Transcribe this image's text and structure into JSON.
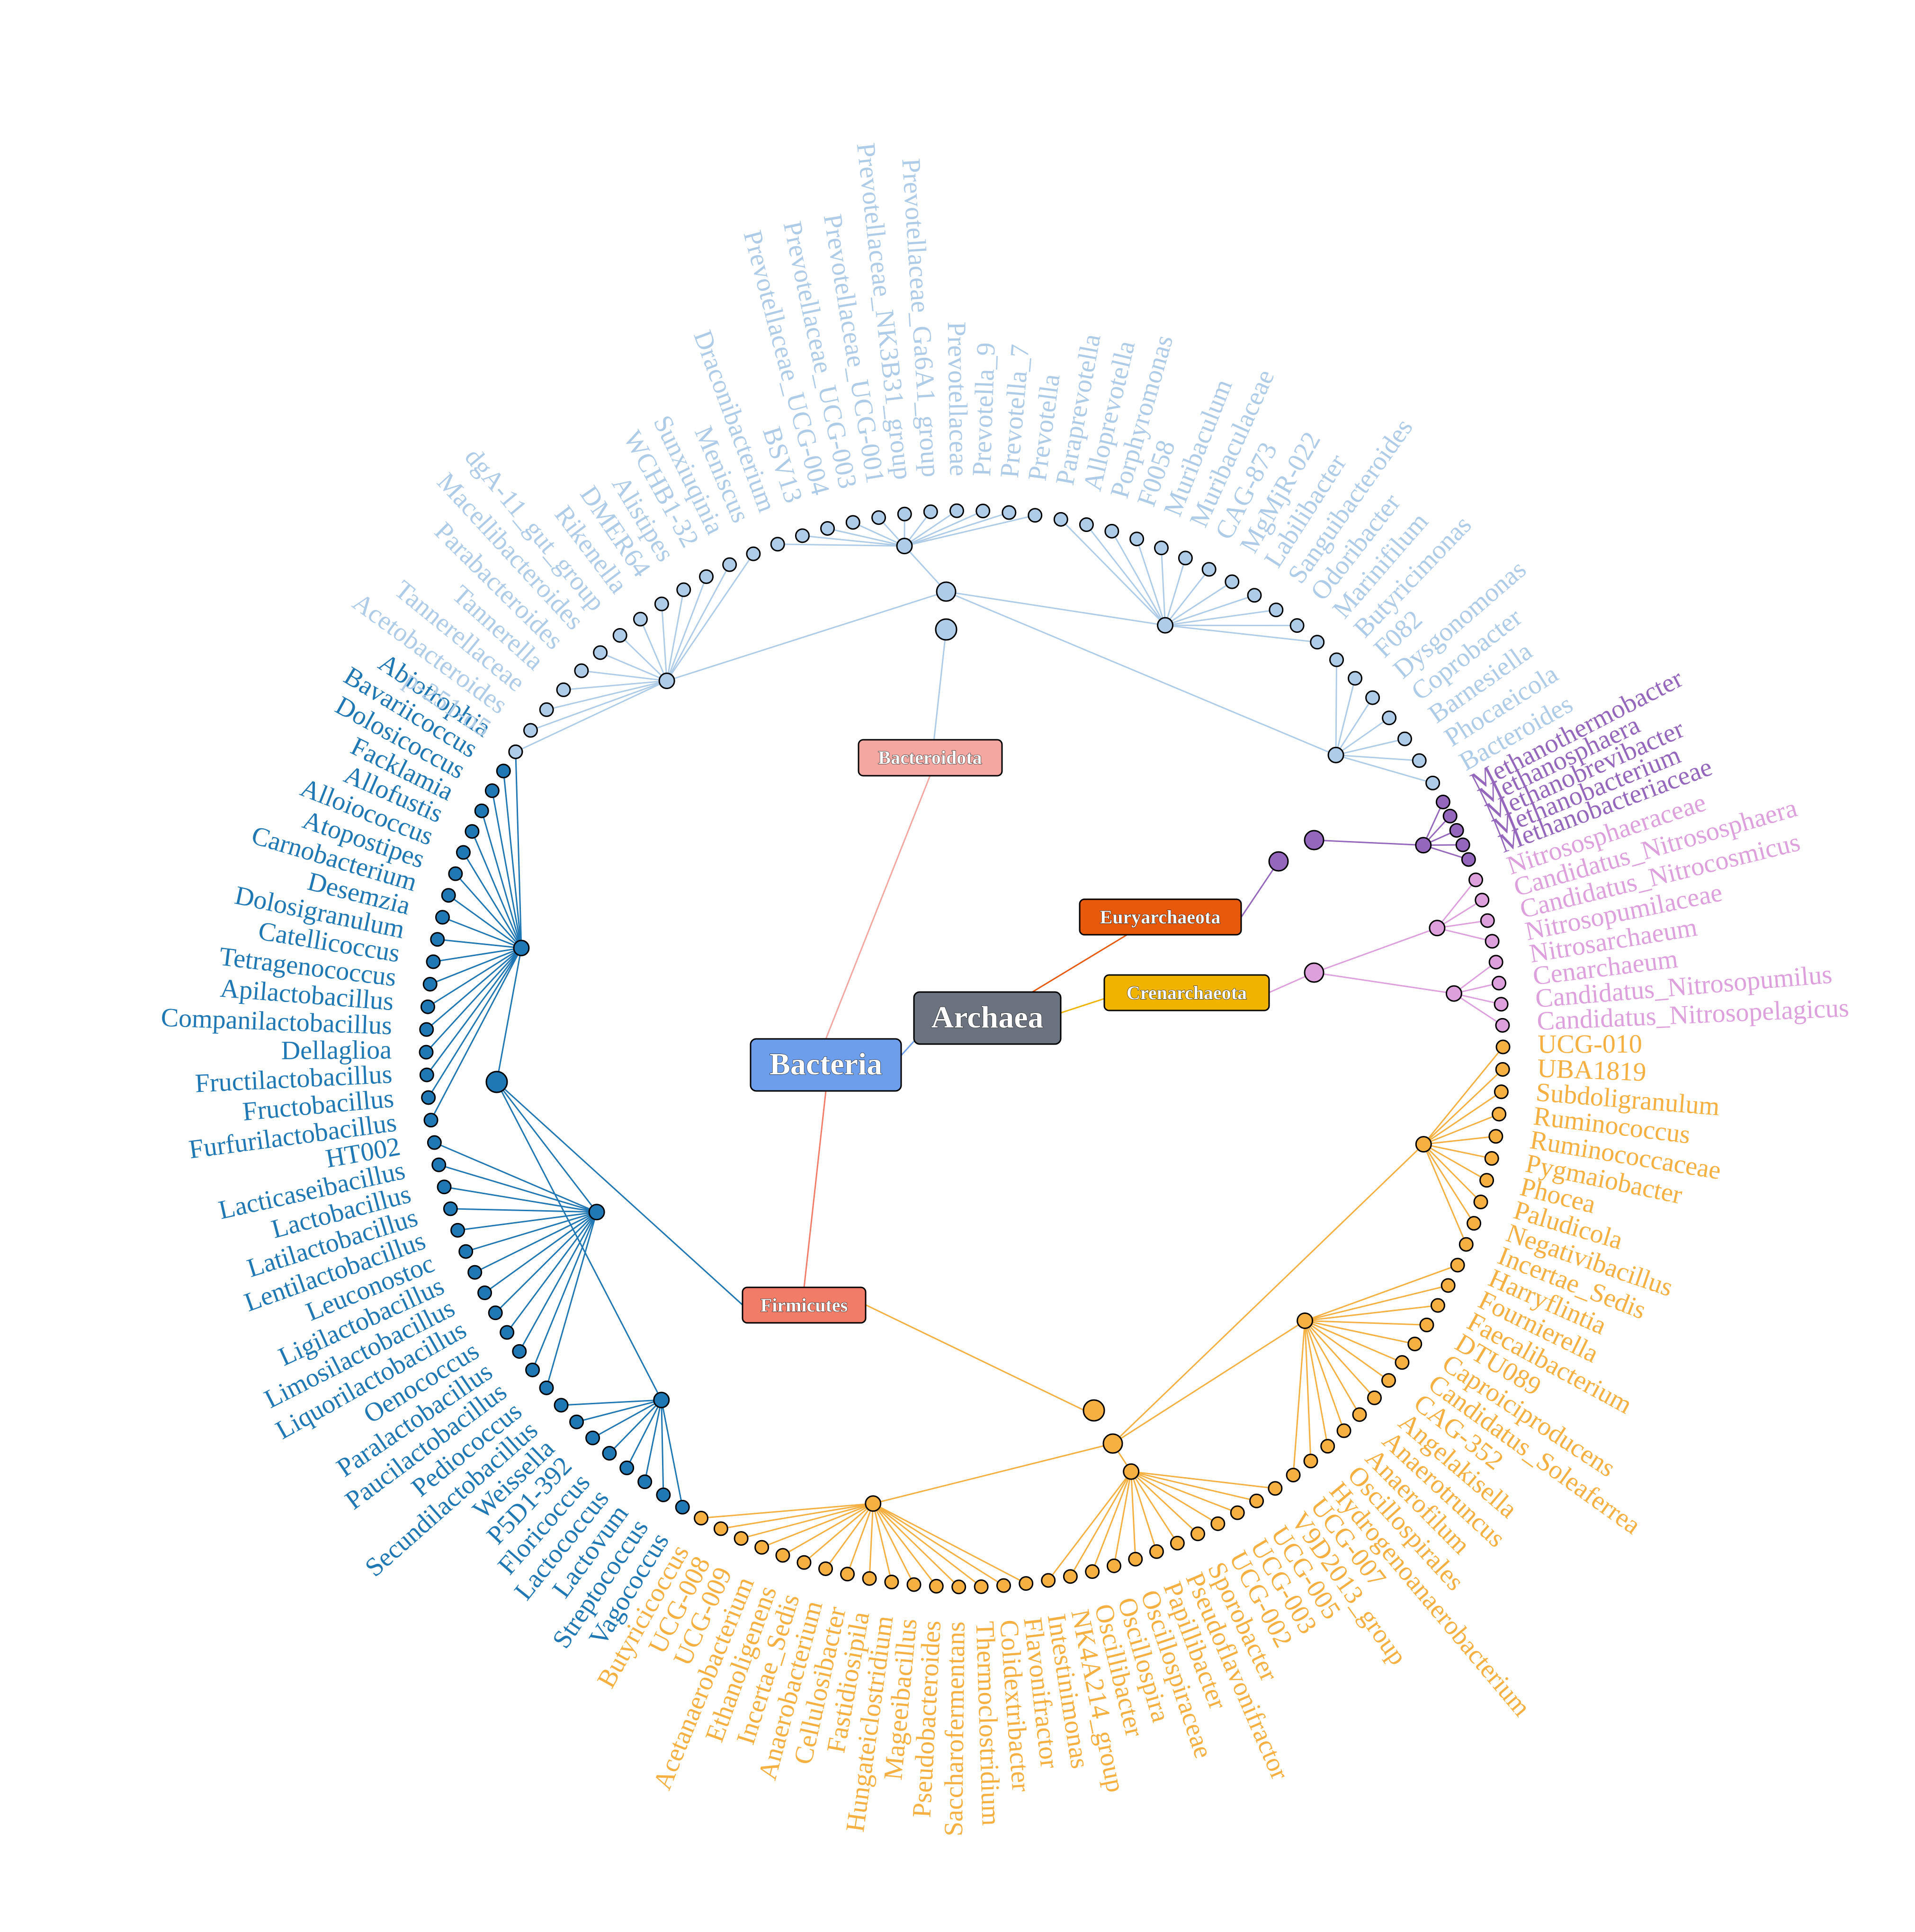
{
  "root": {
    "label": "Bacteria",
    "color": "#6d9eeb"
  },
  "archaea": {
    "label": "Archaea",
    "color": "#6b7280"
  },
  "phyla": {
    "bacteroidota": {
      "label": "Bacteroidota",
      "color": "#f4a6a0",
      "leaf_color": "#aecbe8",
      "link_color": "#aecbe8"
    },
    "firmicutes": {
      "label": "Firmicutes",
      "color": "#f17c67"
    },
    "euryarchaeota": {
      "label": "Euryarchaeota",
      "color": "#e8590c"
    },
    "crenarchaeota": {
      "label": "Crenarchaeota",
      "color": "#f0b400"
    }
  },
  "colors": {
    "lactobacillales": "#1f77b4",
    "clostridia": "#f5b041",
    "bacteroidota": "#aecbe8",
    "methanobacteria": "#9467bd",
    "nitrososphaeria": "#dda0dd"
  },
  "groups": [
    {
      "name": "lactobacillales",
      "color": "#1f77b4",
      "start_angle": 213.5,
      "end_angle": 121.6,
      "labels": [
        "Abiotrophia",
        "Bavariicoccus",
        "Dolosicoccus",
        "Facklamia",
        "Allofustis",
        "Alloiococcus",
        "Atopostipes",
        "Carnobacterium",
        "Desemzia",
        "Dolosigranulum",
        "Catellicoccus",
        "Tetragenococcus",
        "Apilactobacillus",
        "Companilactobacillus",
        "Dellaglioa",
        "Fructilactobacillus",
        "Fructobacillus",
        "Furfurilactobacillus",
        "HT002",
        "Lacticaseibacillus",
        "Lactobacillus",
        "Latilactobacillus",
        "Lentilactobacillus",
        "Leuconostoc",
        "Ligilactobacillus",
        "Limosilactobacillus",
        "Liquorilactobacillus",
        "Oenococcus",
        "Paralactobacillus",
        "Paucilactobacillus",
        "Pediococcus",
        "Secundilactobacillus",
        "Weissella",
        "P5D1-392",
        "Floricoccus",
        "Lactococcus",
        "Lactovum",
        "Streptococcus",
        "Vagococcus"
      ]
    },
    {
      "name": "clostridia",
      "color": "#f5b041",
      "start_angle": 119.3,
      "end_angle": -0.2,
      "labels": [
        "Butyricicoccus",
        "UCG-008",
        "UCG-009",
        "Acetanaerobacterium",
        "Ethanoligenens",
        "Incertae_Sedis",
        "Anaerobacterium",
        "Cellulosibacter",
        "Fastidiosipila",
        "Hungateiclostridium",
        "Mageeibacillus",
        "Pseudobacteroides",
        "Saccharofermentans",
        "Thermoclostridium",
        "Colidextribacter",
        "Flavonifractor",
        "Intestinimonas",
        "NK4A214_group",
        "Oscillibacter",
        "Oscillospira",
        "Oscillospiraceae",
        "Papillibacter",
        "Pseudoflavonifractor",
        "Sporobacter",
        "UCG-002",
        "UCG-003",
        "UCG-005",
        "V9D2013_group",
        "UCG-007",
        "Hydrogenoanaerobacterium",
        "Oscillospirales",
        "Anaerofilum",
        "Anaerotruncus",
        "Angelakisella",
        "CAG-352",
        "Candidatus_Soleaferrea",
        "Caproiciproducens",
        "DTU089",
        "Faecalibacterium",
        "Fournierella",
        "Harryflintia",
        "Incertae_Sedis",
        "Negativibacillus",
        "Paludicola",
        "Phocea",
        "Pygmaiobacter",
        "Ruminococcaceae",
        "Ruminococcus",
        "Subdoligranulum",
        "UBA1819",
        "UCG-010"
      ]
    },
    {
      "name": "nitrososphaeria",
      "color": "#dda0dd",
      "start_angle": -2.5,
      "end_angle": -18.3,
      "labels": [
        "Candidatus_Nitrosopelagicus",
        "Candidatus_Nitrosopumilus",
        "Cenarchaeum",
        "Nitrosarchaeum",
        "Nitrosopumilaceae",
        "Candidatus_Nitrocosmicus",
        "Candidatus_Nitrososphaera",
        "Nitrososphaeraceae"
      ]
    },
    {
      "name": "methanobacteria",
      "color": "#9467bd",
      "start_angle": -20.6,
      "end_angle": -27.3,
      "labels": [
        "Methanobacteriaceae",
        "Methanobacterium",
        "Methanobrevibacter",
        "Methanosphaera",
        "Methanothermobacter"
      ]
    },
    {
      "name": "bacteroidota",
      "color": "#aecbe8",
      "start_angle": -29.6,
      "end_angle": -146.5,
      "labels": [
        "Bacteroides",
        "Phocaeicola",
        "Barnesiella",
        "Coprobacter",
        "Dysgonomonas",
        "F082",
        "Butyricimonas",
        "Marinifilum",
        "Odoribacter",
        "Sanguibacteroides",
        "Labilibacter",
        "MgMjR-022",
        "CAG-873",
        "Muribaculaceae",
        "Muribaculum",
        "F0058",
        "Porphyromonas",
        "Alloprevotella",
        "Paraprevotella",
        "Prevotella",
        "Prevotella_7",
        "Prevotella_9",
        "Prevotellaceae",
        "Prevotellaceae_Ga6A1_group",
        "Prevotellaceae_NK3B31_group",
        "Prevotellaceae_UCG-001",
        "Prevotellaceae_UCG-003",
        "Prevotellaceae_UCG-004",
        "BSV13",
        "Draconibacterium",
        "Meniscus",
        "Sunxiuqinia",
        "WCHB1-32",
        "Alistipes",
        "DMER64",
        "Rikenella",
        "dgA-11_gut_group",
        "Macellibacteroides",
        "Parabacteroides",
        "Tannerella",
        "Tannerellaceae",
        "Acetobacteroides",
        "p-251-o5"
      ]
    }
  ]
}
